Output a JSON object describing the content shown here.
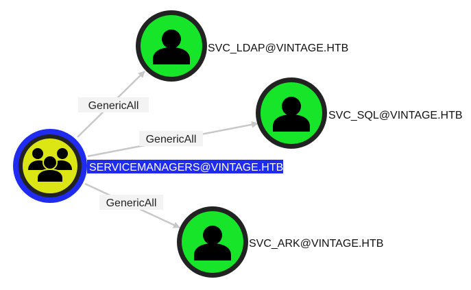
{
  "colors": {
    "group_fill": "#dce614",
    "user_fill": "#17e52a",
    "node_ring": "#222222",
    "selected_ring": "#1f2cf0",
    "selected_label_bg": "#1f2cf0",
    "edge": "#c8c8c8"
  },
  "nodes": {
    "group": {
      "label": "SERVICEMANAGERS@VINTAGE.HTB",
      "icon": "group-icon",
      "selected": true
    },
    "ldap": {
      "label": "SVC_LDAP@VINTAGE.HTB",
      "icon": "user-icon"
    },
    "sql": {
      "label": "SVC_SQL@VINTAGE.HTB",
      "icon": "user-icon"
    },
    "ark": {
      "label": "SVC_ARK@VINTAGE.HTB",
      "icon": "user-icon"
    }
  },
  "edges": [
    {
      "from": "SERVICEMANAGERS@VINTAGE.HTB",
      "to": "SVC_LDAP@VINTAGE.HTB",
      "label": "GenericAll"
    },
    {
      "from": "SERVICEMANAGERS@VINTAGE.HTB",
      "to": "SVC_SQL@VINTAGE.HTB",
      "label": "GenericAll"
    },
    {
      "from": "SERVICEMANAGERS@VINTAGE.HTB",
      "to": "SVC_ARK@VINTAGE.HTB",
      "label": "GenericAll"
    }
  ]
}
